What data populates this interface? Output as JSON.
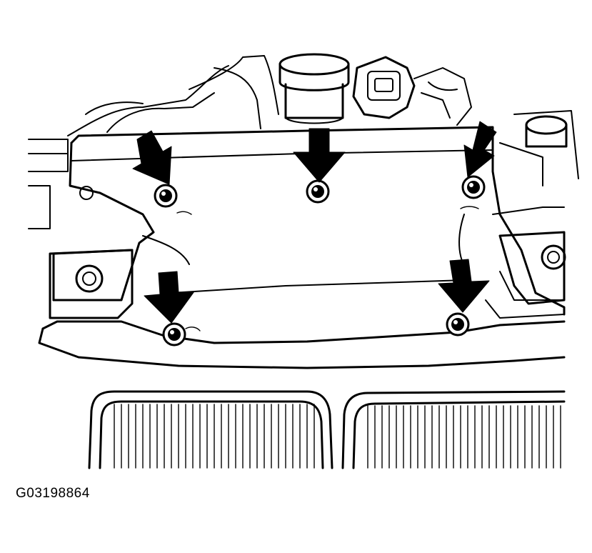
{
  "figure": {
    "id_label": "G03198864"
  },
  "colors": {
    "line": "#000000",
    "background": "#ffffff"
  },
  "callouts": [
    {
      "name": "fastener-upper-left",
      "icon": "down-arrow-icon"
    },
    {
      "name": "fastener-upper-center",
      "icon": "down-arrow-icon"
    },
    {
      "name": "fastener-upper-right",
      "icon": "down-arrow-icon"
    },
    {
      "name": "fastener-lower-left",
      "icon": "down-arrow-icon"
    },
    {
      "name": "fastener-lower-right",
      "icon": "down-arrow-icon"
    }
  ]
}
